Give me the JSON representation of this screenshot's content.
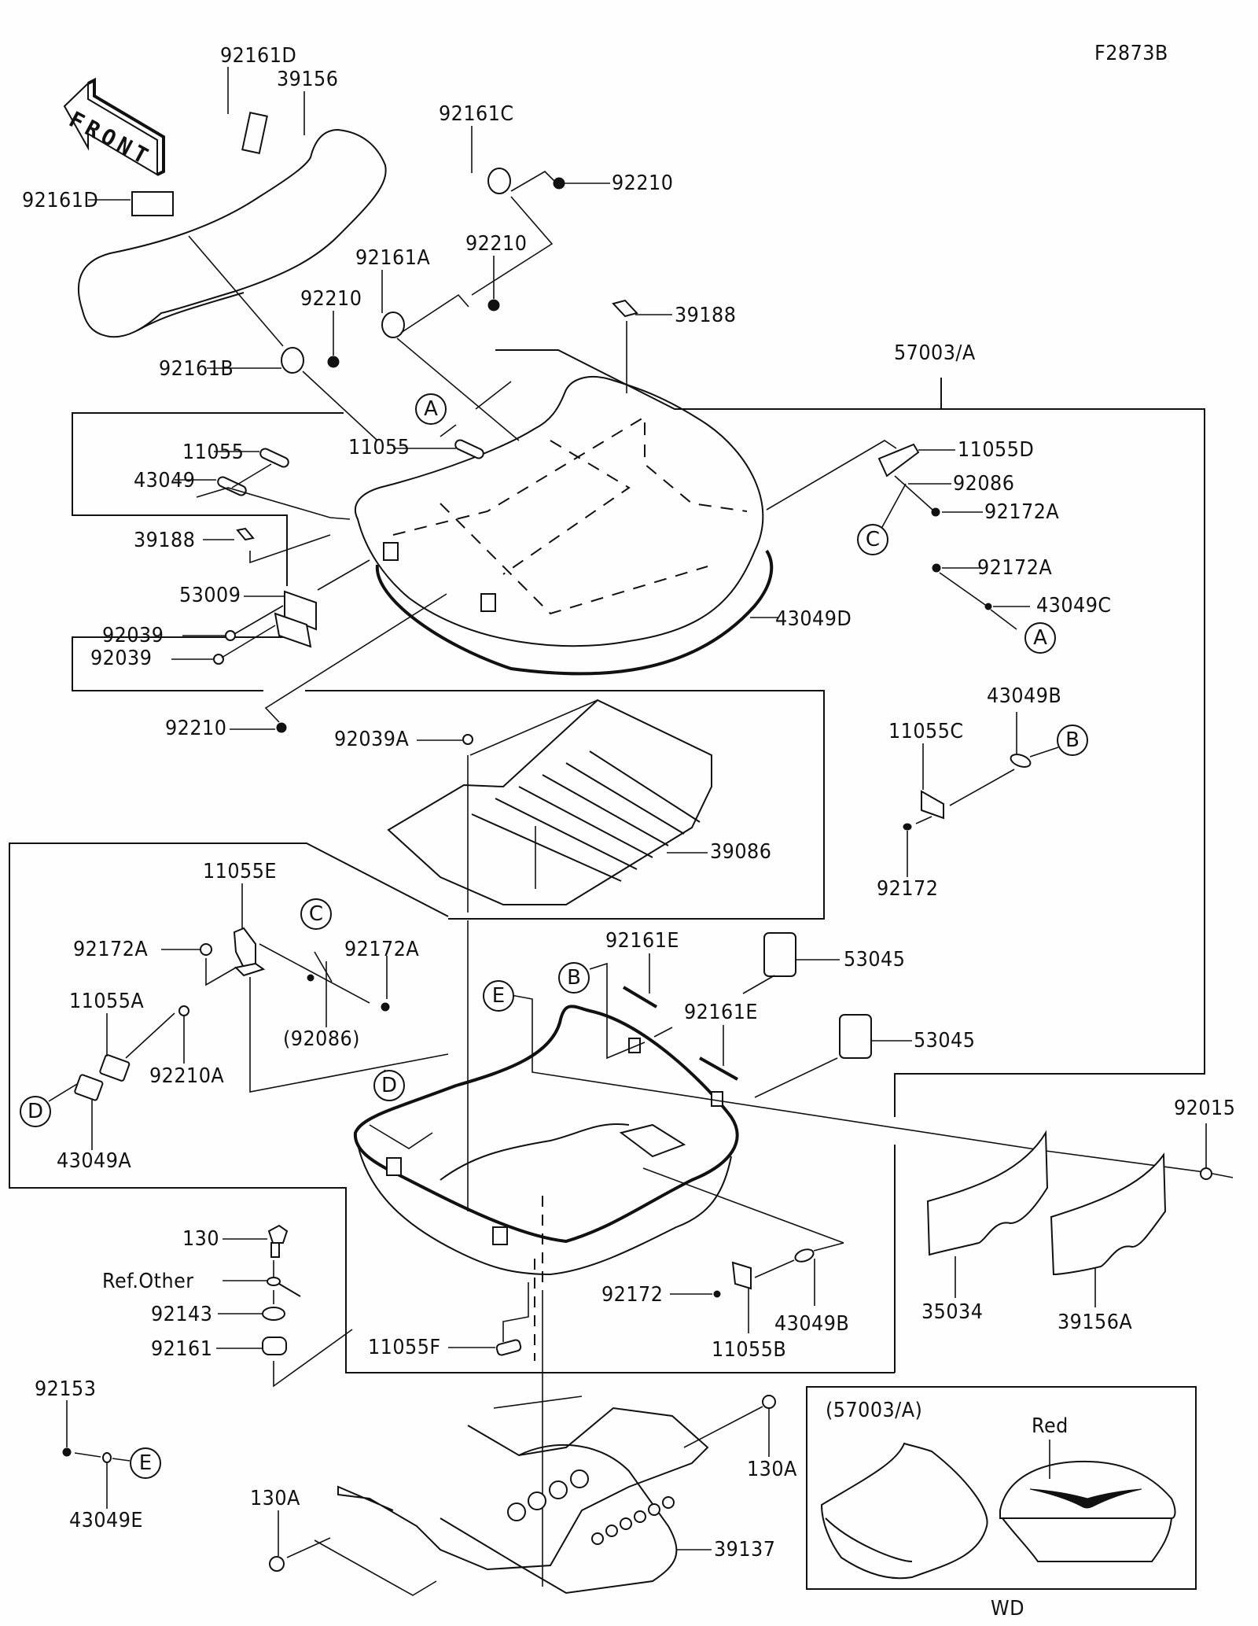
{
  "diagram": {
    "code": "F2873B",
    "front_label": "FRONT",
    "variant_box": {
      "title": "(57003/A)",
      "color_note": "Red",
      "caption": "WD"
    },
    "reference_marks": [
      "A",
      "B",
      "C",
      "D",
      "E"
    ],
    "labels": {
      "p92161D_top": "92161D",
      "p39156": "39156",
      "p92161D_left": "92161D",
      "p92161C": "92161C",
      "p92210_c": "92210",
      "p92210_a": "92210",
      "p92161A": "92161A",
      "p92210_b": "92210",
      "p39188_top": "39188",
      "p92161B": "92161B",
      "p57003A": "57003/A",
      "p11055_left": "11055",
      "p11055_mid": "11055",
      "p43049": "43049",
      "p39188_left": "39188",
      "p11055D": "11055D",
      "p92086": "92086",
      "p92172A_1": "92172A",
      "p92172A_2": "92172A",
      "p43049C": "43049C",
      "p53009": "53009",
      "p92039_1": "92039",
      "p92039_2": "92039",
      "p43049D": "43049D",
      "p92210_bottom": "92210",
      "p92039A": "92039A",
      "p39086": "39086",
      "p43049B_top": "43049B",
      "p11055C": "11055C",
      "p92172_right": "92172",
      "p11055E": "11055E",
      "p92172A_3": "92172A",
      "p92172A_4": "92172A",
      "p92086_paren": "(92086)",
      "p11055A": "11055A",
      "p92210A": "92210A",
      "p43049A": "43049A",
      "p92161E_1": "92161E",
      "p92161E_2": "92161E",
      "p53045_1": "53045",
      "p53045_2": "53045",
      "p92015": "92015",
      "p35034": "35034",
      "p39156A": "39156A",
      "p130": "130",
      "pRefOther": "Ref.Other",
      "p92143": "92143",
      "p92161": "92161",
      "p92172_bottom": "92172",
      "p43049B_bottom": "43049B",
      "p11055F": "11055F",
      "p11055B": "11055B",
      "p92153": "92153",
      "p43049E": "43049E",
      "p130A_right": "130A",
      "p130A_left": "130A",
      "p39137": "39137"
    }
  }
}
